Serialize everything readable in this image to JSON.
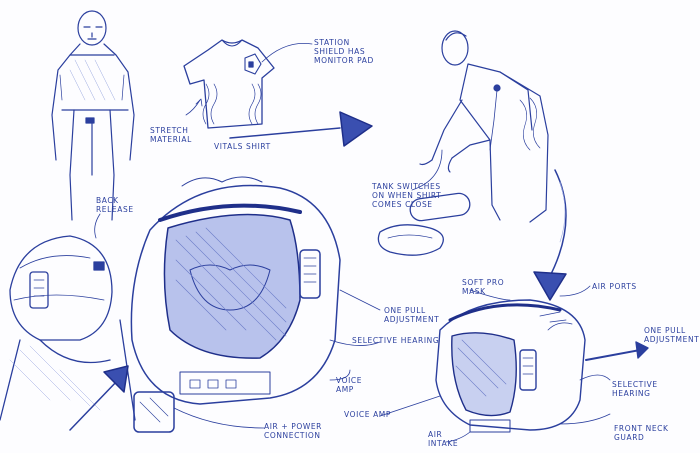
{
  "colors": {
    "ink": "#2b3f9e",
    "ink_dark": "#1f2f8a",
    "paper": "#fdfdff",
    "shade": "#9aa8e0"
  },
  "labels": {
    "station_shield": [
      "STATION",
      "SHIELD HAS",
      "MONITOR PAD"
    ],
    "stretch_material": [
      "STRETCH",
      "MATERIAL"
    ],
    "vitals_shirt": "VITALS SHIRT",
    "tank_switches": [
      "TANK SWITCHES",
      "ON WHEN SHIRT",
      "COMES CLOSE"
    ],
    "back_release": [
      "BACK",
      "RELEASE"
    ],
    "soft_pro_mask": [
      "SOFT PRO",
      "MASK"
    ],
    "air_ports": "AIR PORTS",
    "one_pull_adjustment_main": [
      "ONE PULL",
      "ADJUSTMENT"
    ],
    "one_pull_adjustment_side": [
      "ONE PULL",
      "ADJUSTMENT"
    ],
    "selective_hearing_main": "SELECTIVE HEARING",
    "selective_hearing_side": [
      "SELECTIVE",
      "HEARING"
    ],
    "voice_amp_main": [
      "VOICE",
      "AMP"
    ],
    "voice_amp_bottom": "VOICE AMP",
    "air_power_connection": [
      "AIR + POWER",
      "CONNECTION"
    ],
    "air_intake": [
      "AIR",
      "INTAKE"
    ],
    "front_neck_guard": [
      "FRONT NECK",
      "GUARD"
    ]
  }
}
